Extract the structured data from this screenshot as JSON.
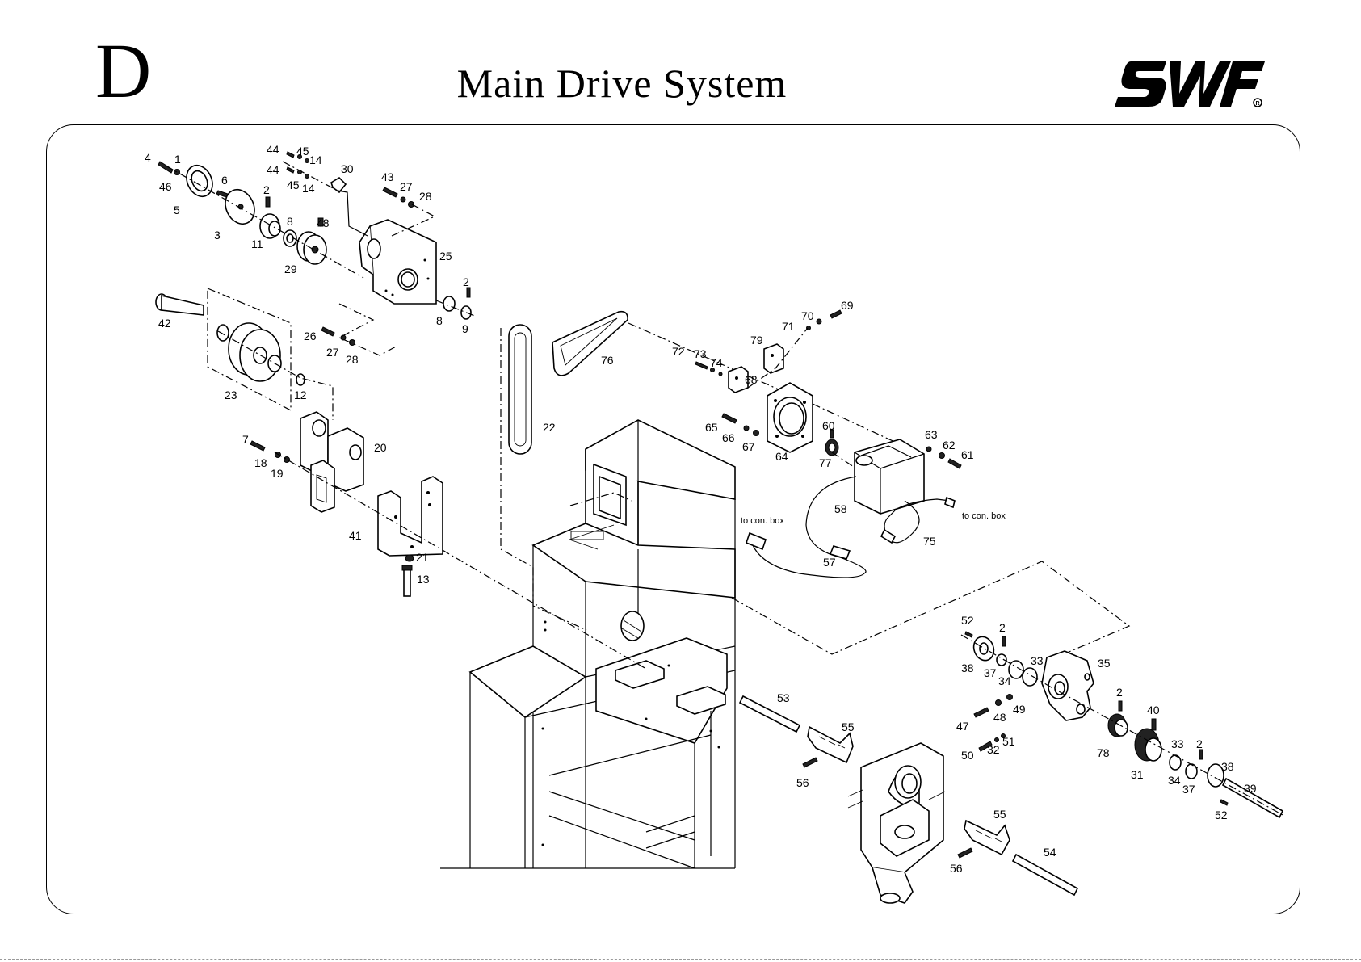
{
  "header": {
    "section_letter": "D",
    "title": "Main Drive System",
    "brand": "SWF"
  },
  "notes": [
    "to con. box",
    "to con. box"
  ],
  "part_labels": [
    {
      "id": "p4",
      "text": "4"
    },
    {
      "id": "p1",
      "text": "1"
    },
    {
      "id": "p46",
      "text": "46"
    },
    {
      "id": "p5",
      "text": "5"
    },
    {
      "id": "p6",
      "text": "6"
    },
    {
      "id": "p3",
      "text": "3"
    },
    {
      "id": "p2a",
      "text": "2"
    },
    {
      "id": "p11",
      "text": "11"
    },
    {
      "id": "p8a",
      "text": "8"
    },
    {
      "id": "p48a",
      "text": "48"
    },
    {
      "id": "p29",
      "text": "29"
    },
    {
      "id": "p44a",
      "text": "44"
    },
    {
      "id": "p45a",
      "text": "45"
    },
    {
      "id": "p14a",
      "text": "14"
    },
    {
      "id": "p44b",
      "text": "44"
    },
    {
      "id": "p45b",
      "text": "45"
    },
    {
      "id": "p14b",
      "text": "14"
    },
    {
      "id": "p30",
      "text": "30"
    },
    {
      "id": "p43",
      "text": "43"
    },
    {
      "id": "p27a",
      "text": "27"
    },
    {
      "id": "p28a",
      "text": "28"
    },
    {
      "id": "p25",
      "text": "25"
    },
    {
      "id": "p2b",
      "text": "2"
    },
    {
      "id": "p8b",
      "text": "8"
    },
    {
      "id": "p9",
      "text": "9"
    },
    {
      "id": "p42",
      "text": "42"
    },
    {
      "id": "p26",
      "text": "26"
    },
    {
      "id": "p27b",
      "text": "27"
    },
    {
      "id": "p28b",
      "text": "28"
    },
    {
      "id": "p23",
      "text": "23"
    },
    {
      "id": "p12",
      "text": "12"
    },
    {
      "id": "p7",
      "text": "7"
    },
    {
      "id": "p18",
      "text": "18"
    },
    {
      "id": "p19",
      "text": "19"
    },
    {
      "id": "p20",
      "text": "20"
    },
    {
      "id": "p41",
      "text": "41"
    },
    {
      "id": "p21",
      "text": "21"
    },
    {
      "id": "p13",
      "text": "13"
    },
    {
      "id": "p22",
      "text": "22"
    },
    {
      "id": "p76",
      "text": "76"
    },
    {
      "id": "p72",
      "text": "72"
    },
    {
      "id": "p73",
      "text": "73"
    },
    {
      "id": "p74",
      "text": "74"
    },
    {
      "id": "p79",
      "text": "79"
    },
    {
      "id": "p71",
      "text": "71"
    },
    {
      "id": "p70",
      "text": "70"
    },
    {
      "id": "p69",
      "text": "69"
    },
    {
      "id": "p68",
      "text": "68"
    },
    {
      "id": "p65",
      "text": "65"
    },
    {
      "id": "p66",
      "text": "66"
    },
    {
      "id": "p67",
      "text": "67"
    },
    {
      "id": "p64",
      "text": "64"
    },
    {
      "id": "p60",
      "text": "60"
    },
    {
      "id": "p77",
      "text": "77"
    },
    {
      "id": "p63",
      "text": "63"
    },
    {
      "id": "p62",
      "text": "62"
    },
    {
      "id": "p61",
      "text": "61"
    },
    {
      "id": "p58",
      "text": "58"
    },
    {
      "id": "p57",
      "text": "57"
    },
    {
      "id": "p75",
      "text": "75"
    },
    {
      "id": "p52a",
      "text": "52"
    },
    {
      "id": "p2c",
      "text": "2"
    },
    {
      "id": "p38a",
      "text": "38"
    },
    {
      "id": "p37a",
      "text": "37"
    },
    {
      "id": "p34a",
      "text": "34"
    },
    {
      "id": "p33a",
      "text": "33"
    },
    {
      "id": "p35",
      "text": "35"
    },
    {
      "id": "p47",
      "text": "47"
    },
    {
      "id": "p48b",
      "text": "48"
    },
    {
      "id": "p49",
      "text": "49"
    },
    {
      "id": "p50",
      "text": "50"
    },
    {
      "id": "p32",
      "text": "32"
    },
    {
      "id": "p51",
      "text": "51"
    },
    {
      "id": "p2d",
      "text": "2"
    },
    {
      "id": "p40",
      "text": "40"
    },
    {
      "id": "p78",
      "text": "78"
    },
    {
      "id": "p31",
      "text": "31"
    },
    {
      "id": "p33b",
      "text": "33"
    },
    {
      "id": "p2e",
      "text": "2"
    },
    {
      "id": "p34b",
      "text": "34"
    },
    {
      "id": "p37b",
      "text": "37"
    },
    {
      "id": "p38b",
      "text": "38"
    },
    {
      "id": "p39",
      "text": "39"
    },
    {
      "id": "p52b",
      "text": "52"
    },
    {
      "id": "p53",
      "text": "53"
    },
    {
      "id": "p55a",
      "text": "55"
    },
    {
      "id": "p56a",
      "text": "56"
    },
    {
      "id": "p55b",
      "text": "55"
    },
    {
      "id": "p56b",
      "text": "56"
    },
    {
      "id": "p54",
      "text": "54"
    }
  ]
}
